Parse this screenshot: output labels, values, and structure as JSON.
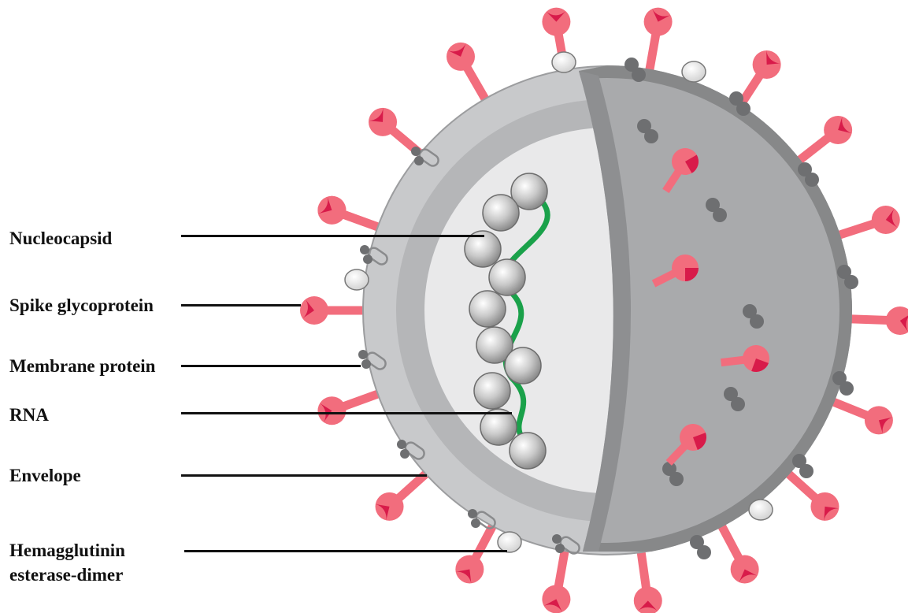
{
  "labels": {
    "nucleocapsid": "Nucleocapsid",
    "spike": "Spike glycoprotein",
    "membrane": "Membrane protein",
    "rna": "RNA",
    "envelope": "Envelope",
    "he_line1": "Hemagglutinin",
    "he_line2": "esterase-dimer"
  },
  "colors": {
    "spike": "#f26d7d",
    "spike_tip": "#d81b4a",
    "envelope_outer": "#c8c9cb",
    "envelope_inner_ring": "#b5b6b8",
    "interior": "#e9e9ea",
    "shell_right": "#a9aaac",
    "shell_edge": "#878889",
    "rna": "#1aa14a",
    "nucleocapsid": "#b9b9b9",
    "membrane_protein": "#6e6f71",
    "he_dimer": "#e4e4e4"
  }
}
